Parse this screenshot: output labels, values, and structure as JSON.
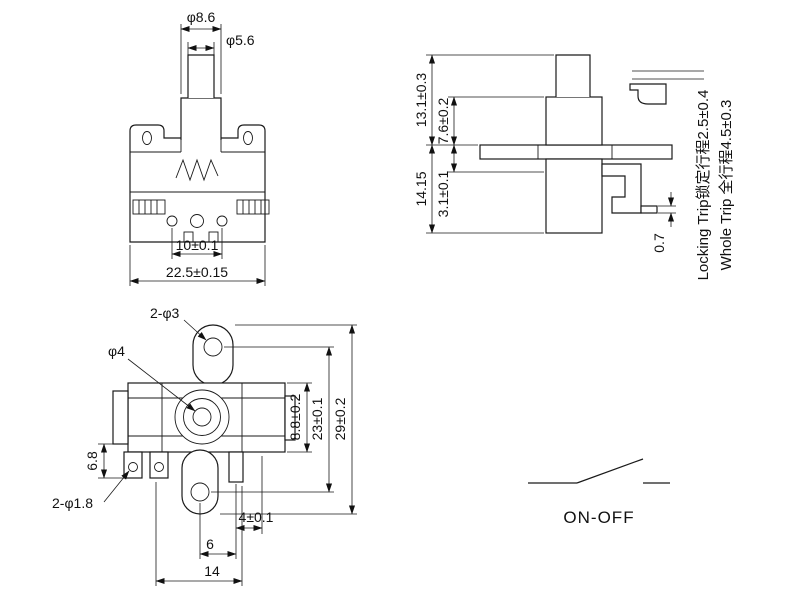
{
  "drawing": {
    "front_view": {
      "dim_cap_dia": "φ8.6",
      "dim_plunger_dia": "φ5.6",
      "dim_hole_pitch": "10±0.1",
      "dim_body_width": "22.5±0.15"
    },
    "side_view": {
      "dim_total_height": "13.1±0.3",
      "dim_button_height": "7.6±0.2",
      "dim_lower_height": "14.15",
      "dim_shaft_height": "3.1±0.1",
      "dim_foot_thickness": "0.7",
      "note_locking_trip": "Locking Trip锁定行程2.5±0.4",
      "note_whole_trip": "Whole Trip 全行程4.5±0.3"
    },
    "bottom_view": {
      "dim_mount_holes": "2-φ3",
      "dim_shaft_dia": "φ4",
      "dim_body_height": "8.8±0.2",
      "dim_hole_pitch": "23±0.1",
      "dim_overall_length": "29±0.2",
      "dim_terminal_depth": "6.8",
      "dim_terminal_holes": "2-φ1.8",
      "dim_pin_offset": "4±0.1",
      "dim_pin_pitch": "6",
      "dim_base_width": "14"
    },
    "schematic": {
      "label": "ON-OFF"
    }
  }
}
